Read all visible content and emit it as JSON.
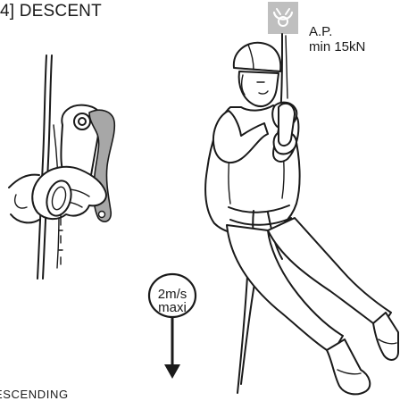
{
  "title": "4] DESCENT",
  "anchor": {
    "label_line1": "A.P.",
    "label_line2": "min 15kN",
    "fill_color": "#bfbfbf"
  },
  "speed_badge": {
    "line1": "2m/s",
    "line2": "maxi"
  },
  "footer_text": "ESCENDING",
  "icons": [
    "anchor-point-icon",
    "descender-device-icon",
    "down-arrow-icon"
  ]
}
